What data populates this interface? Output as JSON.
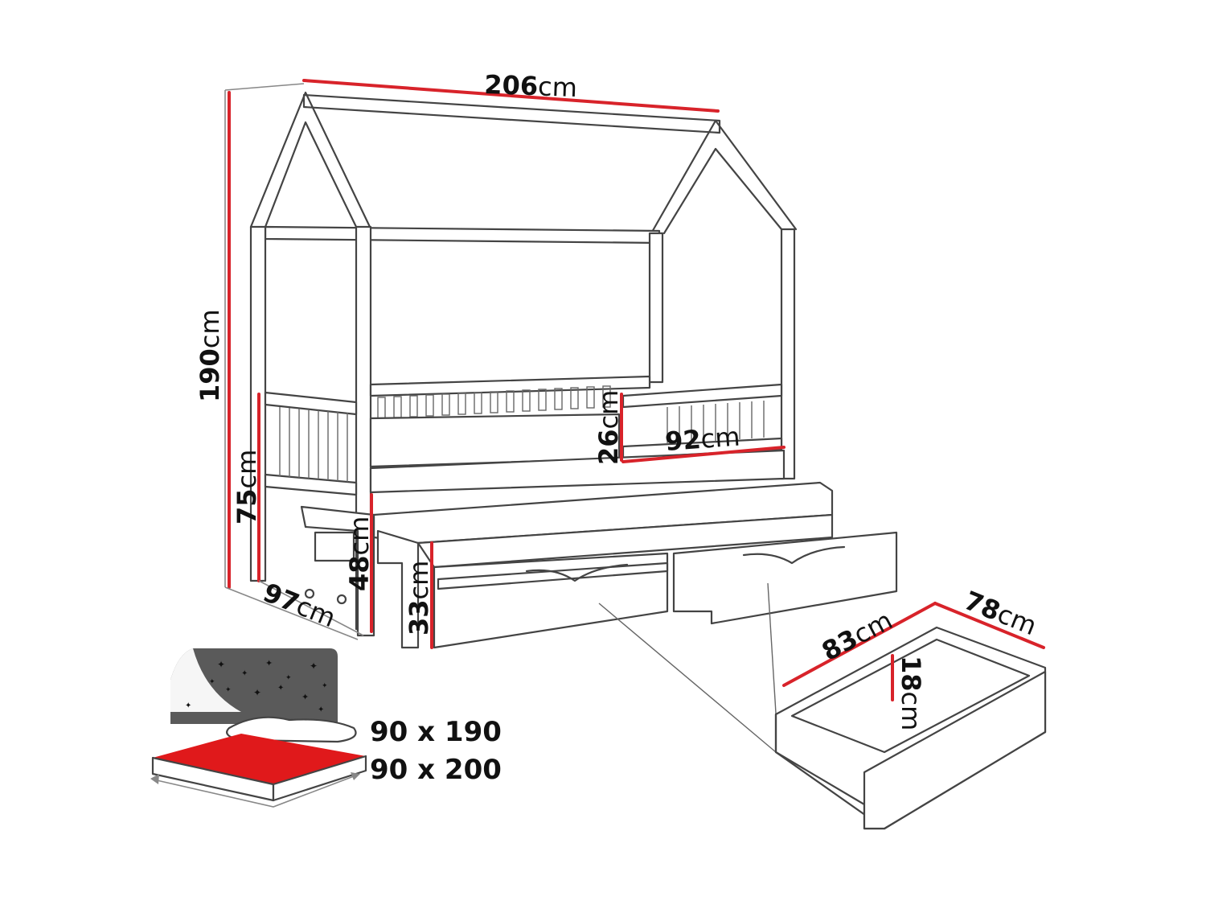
{
  "colors": {
    "dimension": "#d8232a",
    "outline": "#444444",
    "night_sky": "#5a5a5a",
    "mattress": "#e0191b",
    "stars": "#ffffff"
  },
  "dimensions": {
    "length": {
      "value": "206",
      "unit": "cm"
    },
    "height": {
      "value": "190",
      "unit": "cm"
    },
    "side_height": {
      "value": "75",
      "unit": "cm"
    },
    "depth": {
      "value": "97",
      "unit": "cm"
    },
    "trundle_height": {
      "value": "48",
      "unit": "cm"
    },
    "drawer_front_height": {
      "value": "33",
      "unit": "cm"
    },
    "guard_height": {
      "value": "26",
      "unit": "cm"
    },
    "guard_length": {
      "value": "92",
      "unit": "cm"
    },
    "drawer_length": {
      "value": "83",
      "unit": "cm"
    },
    "drawer_width": {
      "value": "78",
      "unit": "cm"
    },
    "drawer_inner_height": {
      "value": "18",
      "unit": "cm"
    }
  },
  "mattress_sizes": [
    "90 x 190",
    "90 x 200"
  ]
}
